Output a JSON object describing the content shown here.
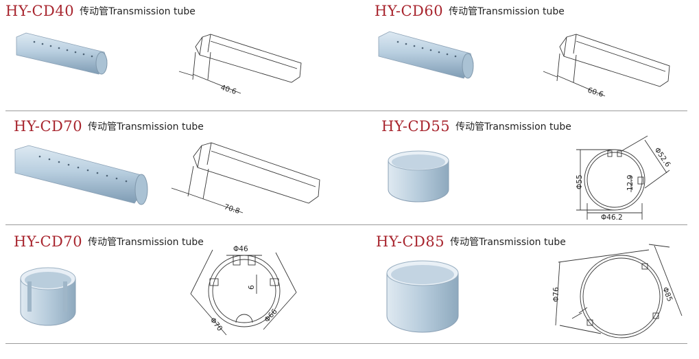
{
  "products": [
    {
      "code": "HY-CD40",
      "desc": "传动管Transmission tube",
      "dims": [
        "40.6"
      ]
    },
    {
      "code": "HY-CD60",
      "desc": "传动管Transmission tube",
      "dims": [
        "60.6"
      ]
    },
    {
      "code": "HY-CD70",
      "desc": "传动管Transmission tube",
      "dims": [
        "70.8"
      ]
    },
    {
      "code": "HY-CD55",
      "desc": "传动管Transmission tube",
      "dims": [
        "Φ52.6",
        "Φ55",
        "12.9",
        "Φ46.2"
      ]
    },
    {
      "code": "HY-CD70",
      "desc": "传动管Transmission tube",
      "dims": [
        "Φ46",
        "6",
        "Φ70",
        "Φ66"
      ]
    },
    {
      "code": "HY-CD85",
      "desc": "传动管Transmission tube",
      "dims": [
        "Φ76",
        "Φ85"
      ]
    }
  ],
  "colors": {
    "accent": "#a8252e",
    "tube_light": "#c9dbe8",
    "tube_dark": "#8aa6bd",
    "rule": "#9a9a9a"
  }
}
